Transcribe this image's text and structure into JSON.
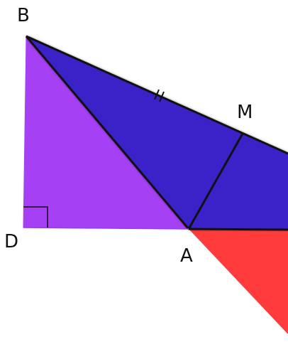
{
  "points": {
    "B": "B",
    "M": "M",
    "D": "D",
    "A": "A"
  },
  "colors": {
    "left_triangle": "#a640f5",
    "blue_triangle": "#3a23c8",
    "red_triangle": "#ff3b3b",
    "line": "#111111"
  },
  "markings": {
    "equal_tick_on_BM": "double-tick",
    "right_angle_at_D": true
  }
}
